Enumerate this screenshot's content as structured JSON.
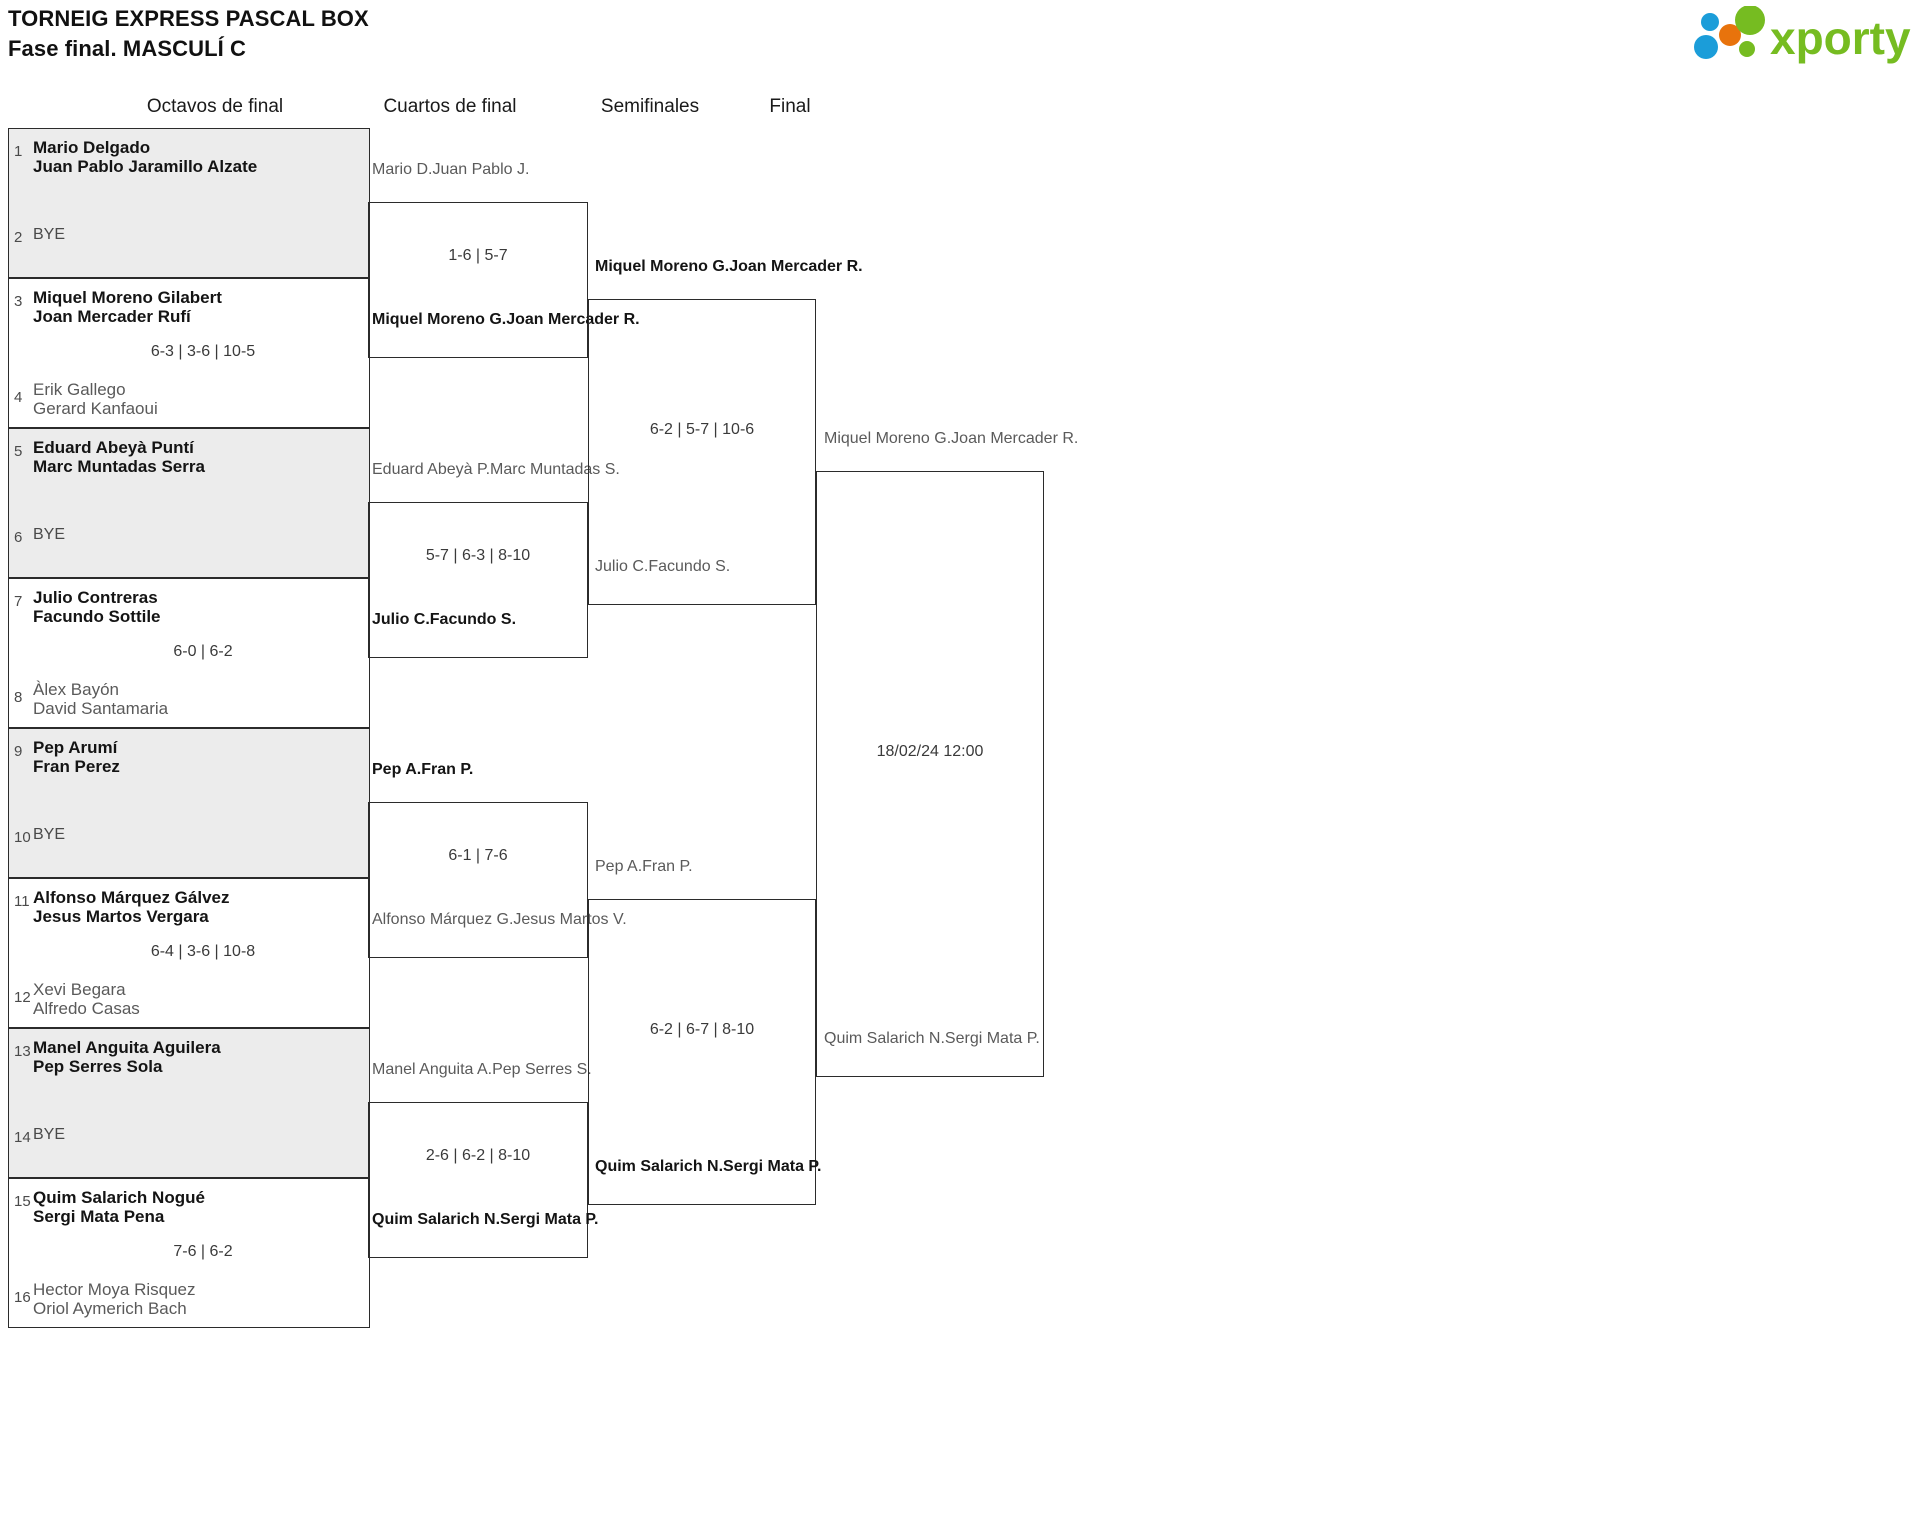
{
  "header": {
    "tournament_title": "TORNEIG EXPRESS PASCAL BOX",
    "phase_title": "Fase final. MASCULÍ C",
    "logo_text": "xporty",
    "logo_colors": {
      "green": "#76bc21",
      "orange": "#e8730c",
      "blue": "#1b9dd9"
    }
  },
  "rounds": [
    {
      "id": "r16",
      "label": "Octavos de final"
    },
    {
      "id": "qf",
      "label": "Cuartos de final"
    },
    {
      "id": "sf",
      "label": "Semifinales"
    },
    {
      "id": "f",
      "label": "Final"
    }
  ],
  "round_of_16": [
    {
      "seed_top": "1",
      "seed_bot": "2",
      "top": {
        "p1": "Mario Delgado",
        "p2": "Juan Pablo Jaramillo Alzate",
        "winner": true
      },
      "bot": {
        "bye": "BYE"
      },
      "score": ""
    },
    {
      "seed_top": "3",
      "seed_bot": "4",
      "top": {
        "p1": "Miquel Moreno Gilabert",
        "p2": "Joan Mercader Rufí",
        "winner": true
      },
      "bot": {
        "p1": "Erik Gallego",
        "p2": "Gerard Kanfaoui",
        "winner": false
      },
      "score": "6-3 | 3-6 | 10-5"
    },
    {
      "seed_top": "5",
      "seed_bot": "6",
      "top": {
        "p1": "Eduard Abeyà Puntí",
        "p2": "Marc Muntadas Serra",
        "winner": true
      },
      "bot": {
        "bye": "BYE"
      },
      "score": ""
    },
    {
      "seed_top": "7",
      "seed_bot": "8",
      "top": {
        "p1": "Julio Contreras",
        "p2": "Facundo Sottile",
        "winner": true
      },
      "bot": {
        "p1": "Àlex Bayón",
        "p2": "David Santamaria",
        "winner": false
      },
      "score": "6-0 | 6-2"
    },
    {
      "seed_top": "9",
      "seed_bot": "10",
      "top": {
        "p1": "Pep Arumí",
        "p2": "Fran Perez",
        "winner": true
      },
      "bot": {
        "bye": "BYE"
      },
      "score": ""
    },
    {
      "seed_top": "11",
      "seed_bot": "12",
      "top": {
        "p1": "Alfonso Márquez Gálvez",
        "p2": "Jesus Martos Vergara",
        "winner": true
      },
      "bot": {
        "p1": "Xevi Begara",
        "p2": "Alfredo Casas",
        "winner": false
      },
      "score": "6-4 | 3-6 | 10-8"
    },
    {
      "seed_top": "13",
      "seed_bot": "14",
      "top": {
        "p1": "Manel Anguita Aguilera",
        "p2": "Pep Serres Sola",
        "winner": true
      },
      "bot": {
        "bye": "BYE"
      },
      "score": ""
    },
    {
      "seed_top": "15",
      "seed_bot": "16",
      "top": {
        "p1": "Quim Salarich Nogué",
        "p2": "Sergi Mata Pena",
        "winner": true
      },
      "bot": {
        "p1": "Hector Moya Risquez",
        "p2": "Oriol Aymerich Bach",
        "winner": false
      },
      "score": "7-6 | 6-2"
    }
  ],
  "quarterfinals": [
    {
      "top": {
        "p1": "Mario D.",
        "p2": "Juan Pablo J.",
        "winner": false
      },
      "bot": {
        "p1": "Miquel Moreno G.",
        "p2": "Joan Mercader R.",
        "winner": true
      },
      "score": "1-6 | 5-7"
    },
    {
      "top": {
        "p1": "Eduard Abeyà P.",
        "p2": "Marc Muntadas S.",
        "winner": false
      },
      "bot": {
        "p1": "Julio C.",
        "p2": "Facundo S.",
        "winner": true
      },
      "score": "5-7 | 6-3 | 8-10"
    },
    {
      "top": {
        "p1": "Pep A.",
        "p2": "Fran P.",
        "winner": true
      },
      "bot": {
        "p1": "Alfonso Márquez G.",
        "p2": "Jesus Martos V.",
        "winner": false
      },
      "score": "6-1 | 7-6"
    },
    {
      "top": {
        "p1": "Manel Anguita A.",
        "p2": "Pep Serres S.",
        "winner": false
      },
      "bot": {
        "p1": "Quim Salarich N.",
        "p2": "Sergi Mata P.",
        "winner": true
      },
      "score": "2-6 | 6-2 | 8-10"
    }
  ],
  "semifinals": [
    {
      "top": {
        "p1": "Miquel Moreno G.",
        "p2": "Joan Mercader R.",
        "winner": true
      },
      "bot": {
        "p1": "Julio C.",
        "p2": "Facundo S.",
        "winner": false
      },
      "score": "6-2 | 5-7 | 10-6"
    },
    {
      "top": {
        "p1": "Pep A.",
        "p2": "Fran P.",
        "winner": false
      },
      "bot": {
        "p1": "Quim Salarich N.",
        "p2": "Sergi Mata P.",
        "winner": true
      },
      "score": "6-2 | 6-7 | 8-10"
    }
  ],
  "final": {
    "top": {
      "p1": "Miquel Moreno G.",
      "p2": "Joan Mercader R.",
      "winner": false
    },
    "bot": {
      "p1": "Quim Salarich N.",
      "p2": "Sergi Mata P.",
      "winner": false
    },
    "score": "18/02/24 12:00"
  }
}
